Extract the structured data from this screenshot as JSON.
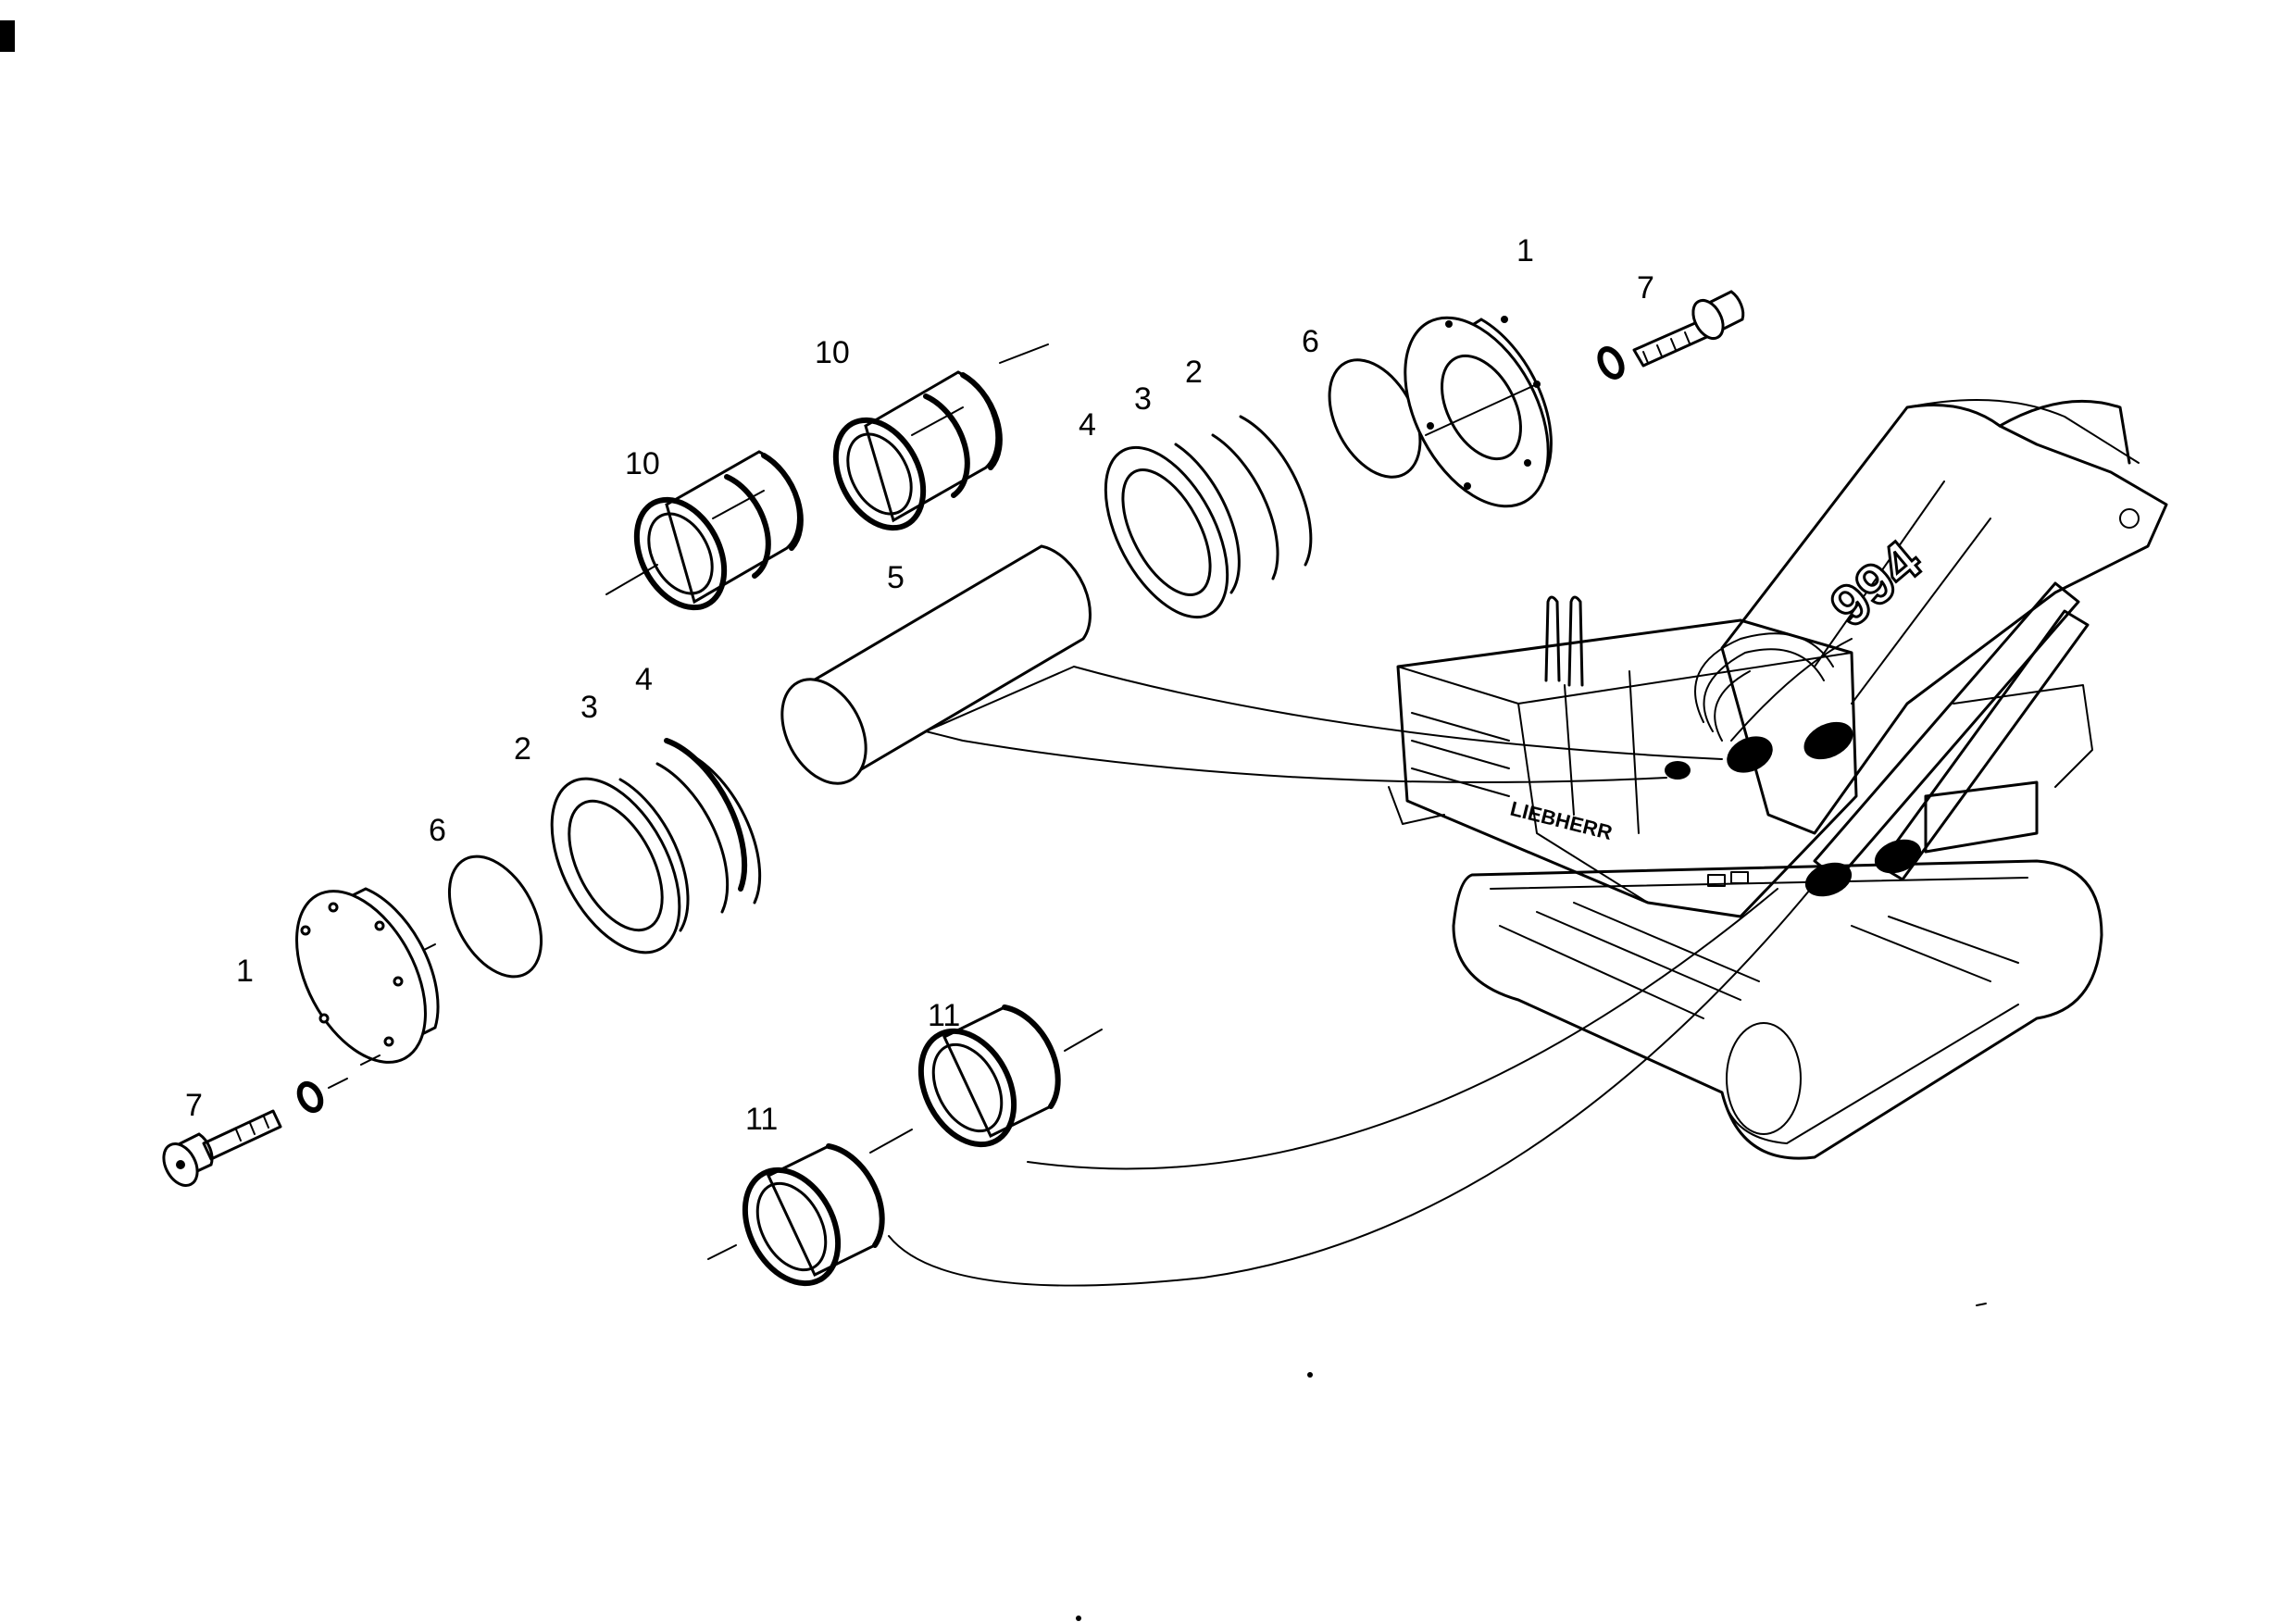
{
  "callouts": {
    "plate_top": "1",
    "plate_left": "1",
    "seal_ring_left": "2",
    "seal_ring_right": "2",
    "spacer_ring_left": "3",
    "spacer_ring_right": "3",
    "wear_ring_left": "4",
    "wear_ring_right": "4",
    "pin": "5",
    "o_ring_left": "6",
    "o_ring_right": "6",
    "bolt_left": "7",
    "bolt_right": "7",
    "bushing_upper_a": "10",
    "bushing_upper_b": "10",
    "bushing_lower_a": "11",
    "bushing_lower_b": "11"
  },
  "machine": {
    "model_number": "994",
    "brand": "LIEBHERR"
  }
}
